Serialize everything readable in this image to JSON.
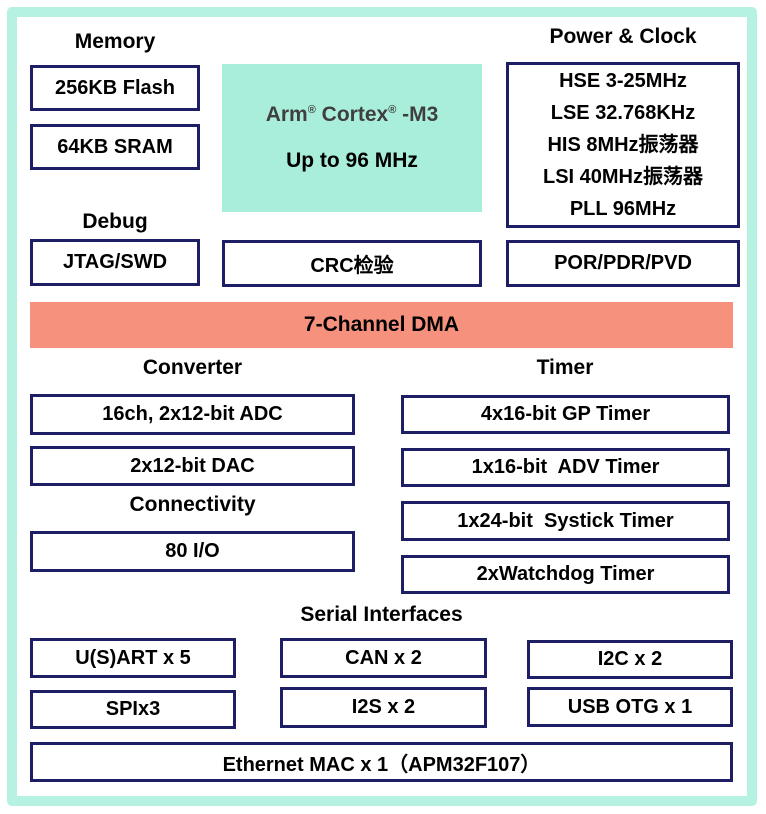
{
  "colors": {
    "mint": "#A9EEDB",
    "mint-border": "#B6F2E1",
    "salmon": "#F5917D",
    "navy": "#1E1E64",
    "cpu-text": "#3F3F3F"
  },
  "memory": {
    "label": "Memory",
    "items": [
      "256KB Flash",
      "64KB SRAM"
    ]
  },
  "cpu": {
    "word1": "Arm",
    "word2": " Cortex",
    "word3": " -M3",
    "reg": "®",
    "speed": "Up to 96 MHz"
  },
  "power_clock": {
    "label": "Power & Clock",
    "lines": [
      "HSE 3-25MHz",
      "LSE 32.768KHz",
      "HIS 8MHz振荡器",
      "LSI 40MHz振荡器",
      "PLL 96MHz"
    ]
  },
  "debug": {
    "label": "Debug",
    "items": [
      "JTAG/SWD"
    ]
  },
  "crc": {
    "label": "CRC检验"
  },
  "por": {
    "label": "POR/PDR/PVD"
  },
  "dma": {
    "label": "7-Channel DMA"
  },
  "converter": {
    "label": "Converter",
    "items": [
      "16ch, 2x12-bit ADC",
      "2x12-bit DAC"
    ]
  },
  "connectivity": {
    "label": "Connectivity",
    "items": [
      "80 I/O"
    ]
  },
  "timer": {
    "label": "Timer",
    "items": [
      "4x16-bit GP Timer",
      "1x16-bit  ADV Timer",
      "1x24-bit  Systick Timer",
      "2xWatchdog Timer"
    ]
  },
  "serial": {
    "label": "Serial Interfaces",
    "row1": [
      "U(S)ART x 5",
      "CAN x 2",
      "I2C x 2"
    ],
    "row2": [
      "SPIx3",
      "I2S x 2",
      "USB OTG x 1"
    ]
  },
  "ethernet": {
    "label": "Ethernet MAC x 1（APM32F107）"
  }
}
